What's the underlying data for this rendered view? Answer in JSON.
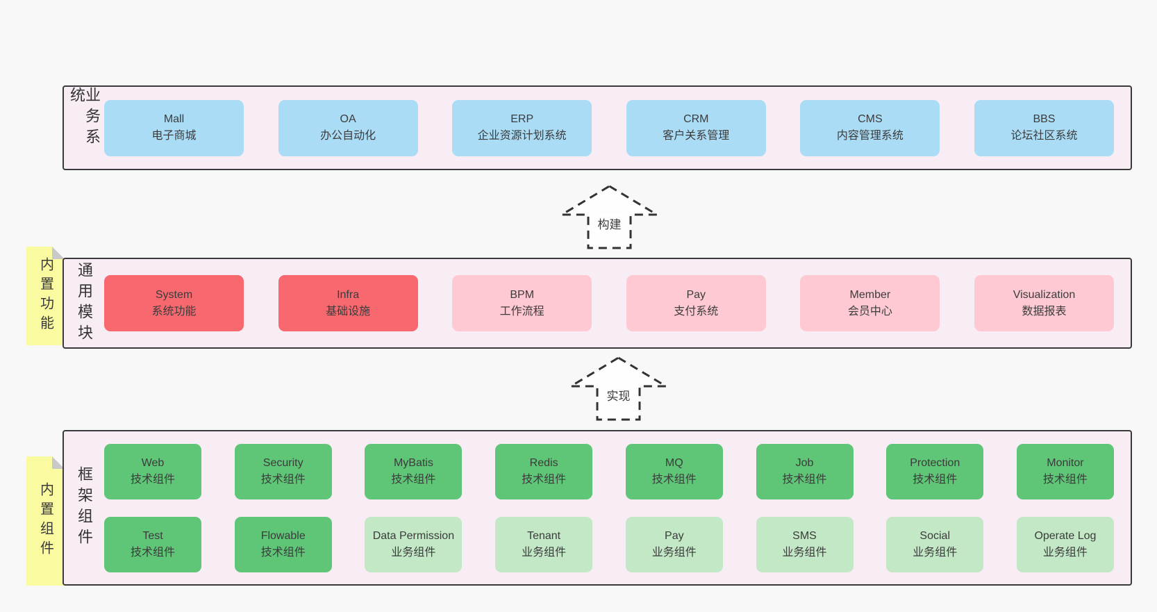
{
  "colors": {
    "page_background": "#f8f8f8",
    "band_background": "#f9edf5",
    "band_border": "#3a3a3a",
    "box_blue": "#abdcf6",
    "box_red": "#f7696f",
    "box_pink": "#ffc9d3",
    "box_green": "#5fc577",
    "box_green_light": "#c2e8c6",
    "note_yellow": "#fafaa0",
    "note_fold_gray": "#c9c9c9",
    "text": "#3b3b3b"
  },
  "notes": [
    {
      "text": "内置功能"
    },
    {
      "text": "内置组件"
    }
  ],
  "arrows": [
    {
      "label": "构建"
    },
    {
      "label": "实现"
    }
  ],
  "bands": [
    {
      "label": "业务系统",
      "boxes": [
        {
          "title": "Mall",
          "subtitle": "电子商城"
        },
        {
          "title": "OA",
          "subtitle": "办公自动化"
        },
        {
          "title": "ERP",
          "subtitle": "企业资源计划系统"
        },
        {
          "title": "CRM",
          "subtitle": "客户关系管理"
        },
        {
          "title": "CMS",
          "subtitle": "内容管理系统"
        },
        {
          "title": "BBS",
          "subtitle": "论坛社区系统"
        }
      ]
    },
    {
      "label": "通用模块",
      "boxes": [
        {
          "title": "System",
          "subtitle": "系统功能"
        },
        {
          "title": "Infra",
          "subtitle": "基础设施"
        },
        {
          "title": "BPM",
          "subtitle": "工作流程"
        },
        {
          "title": "Pay",
          "subtitle": "支付系统"
        },
        {
          "title": "Member",
          "subtitle": "会员中心"
        },
        {
          "title": "Visualization",
          "subtitle": "数据报表"
        }
      ]
    },
    {
      "label": "框架组件",
      "rows": [
        [
          {
            "title": "Web",
            "subtitle": "技术组件"
          },
          {
            "title": "Security",
            "subtitle": "技术组件"
          },
          {
            "title": "MyBatis",
            "subtitle": "技术组件"
          },
          {
            "title": "Redis",
            "subtitle": "技术组件"
          },
          {
            "title": "MQ",
            "subtitle": "技术组件"
          },
          {
            "title": "Job",
            "subtitle": "技术组件"
          },
          {
            "title": "Protection",
            "subtitle": "技术组件"
          },
          {
            "title": "Monitor",
            "subtitle": "技术组件"
          }
        ],
        [
          {
            "title": "Test",
            "subtitle": "技术组件"
          },
          {
            "title": "Flowable",
            "subtitle": "技术组件"
          },
          {
            "title": "Data Permission",
            "subtitle": "业务组件"
          },
          {
            "title": "Tenant",
            "subtitle": "业务组件"
          },
          {
            "title": "Pay",
            "subtitle": "业务组件"
          },
          {
            "title": "SMS",
            "subtitle": "业务组件"
          },
          {
            "title": "Social",
            "subtitle": "业务组件"
          },
          {
            "title": "Operate Log",
            "subtitle": "业务组件"
          }
        ]
      ]
    }
  ]
}
